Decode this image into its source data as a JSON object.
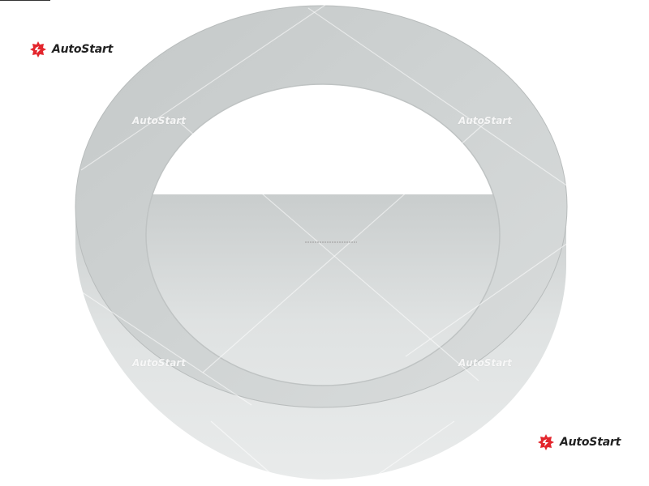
{
  "brand": {
    "name": "AutoStart",
    "accent_color": "#e3262d",
    "logo_icon": "wrench-gear-icon"
  },
  "watermarks": [
    {
      "text": "AutoStart"
    },
    {
      "text": "AutoStart"
    },
    {
      "text": "AutoStart"
    },
    {
      "text": "AutoStart"
    }
  ],
  "product": {
    "depiction": "gray plastic cap ring photographed on white background"
  }
}
